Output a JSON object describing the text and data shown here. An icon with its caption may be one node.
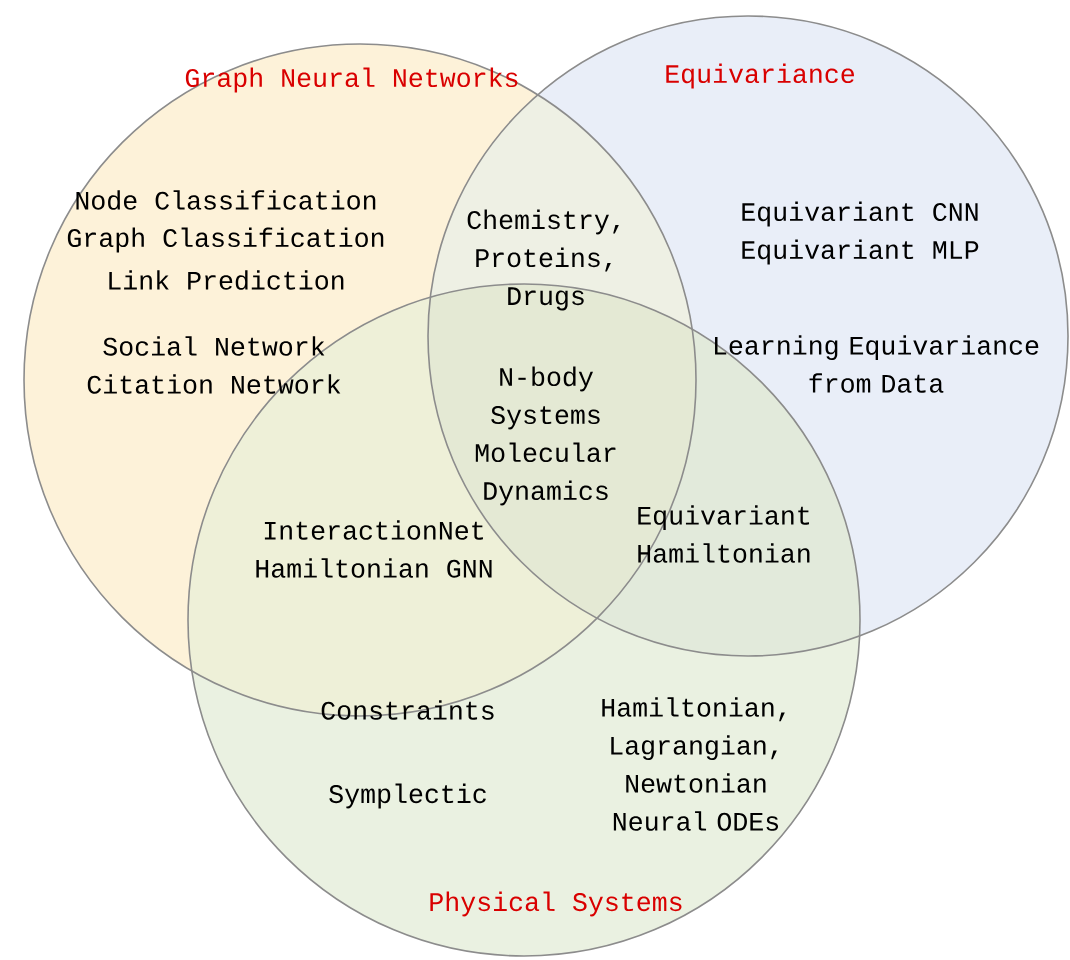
{
  "diagram": {
    "nodes": [
      {
        "text": [
          "Graph Neural Networks"
        ]
      },
      {
        "text": [
          "Equivariance"
        ]
      },
      {
        "text": [
          "Physical Systems"
        ]
      }
    ],
    "labels": [
      "Node Classification",
      "Graph Classification",
      "Link Prediction",
      "Social Network",
      "Citation Network",
      "Chemistry, Proteins, Drugs",
      "Equivariant CNN",
      "Equivariant MLP",
      "Learning Equivariance from Data",
      "N-body Systems Molecular Dynamics",
      "InteractionNet",
      "Hamiltonian GNN",
      "Equivariant Hamiltonian",
      "Constraints",
      "Symplectic",
      "Hamiltonian, Lagrangian, Newtonian Neural ODEs"
    ]
  }
}
